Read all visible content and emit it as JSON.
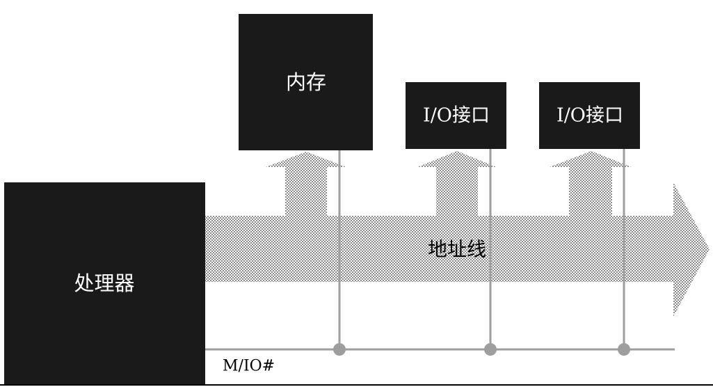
{
  "diagram": {
    "processor_label": "处理器",
    "memory_label": "内存",
    "io1_label": "I/O接口",
    "io2_label": "I/O接口",
    "bus_label": "地址线",
    "signal_label": "M/IO#"
  },
  "colors": {
    "box_fill": "#1a1a1a",
    "line": "#9e9e9e",
    "checker_dark": "#8c8c8c",
    "checker_light": "#ffffff",
    "text_on_box": "#ffffff",
    "text": "#000000"
  }
}
